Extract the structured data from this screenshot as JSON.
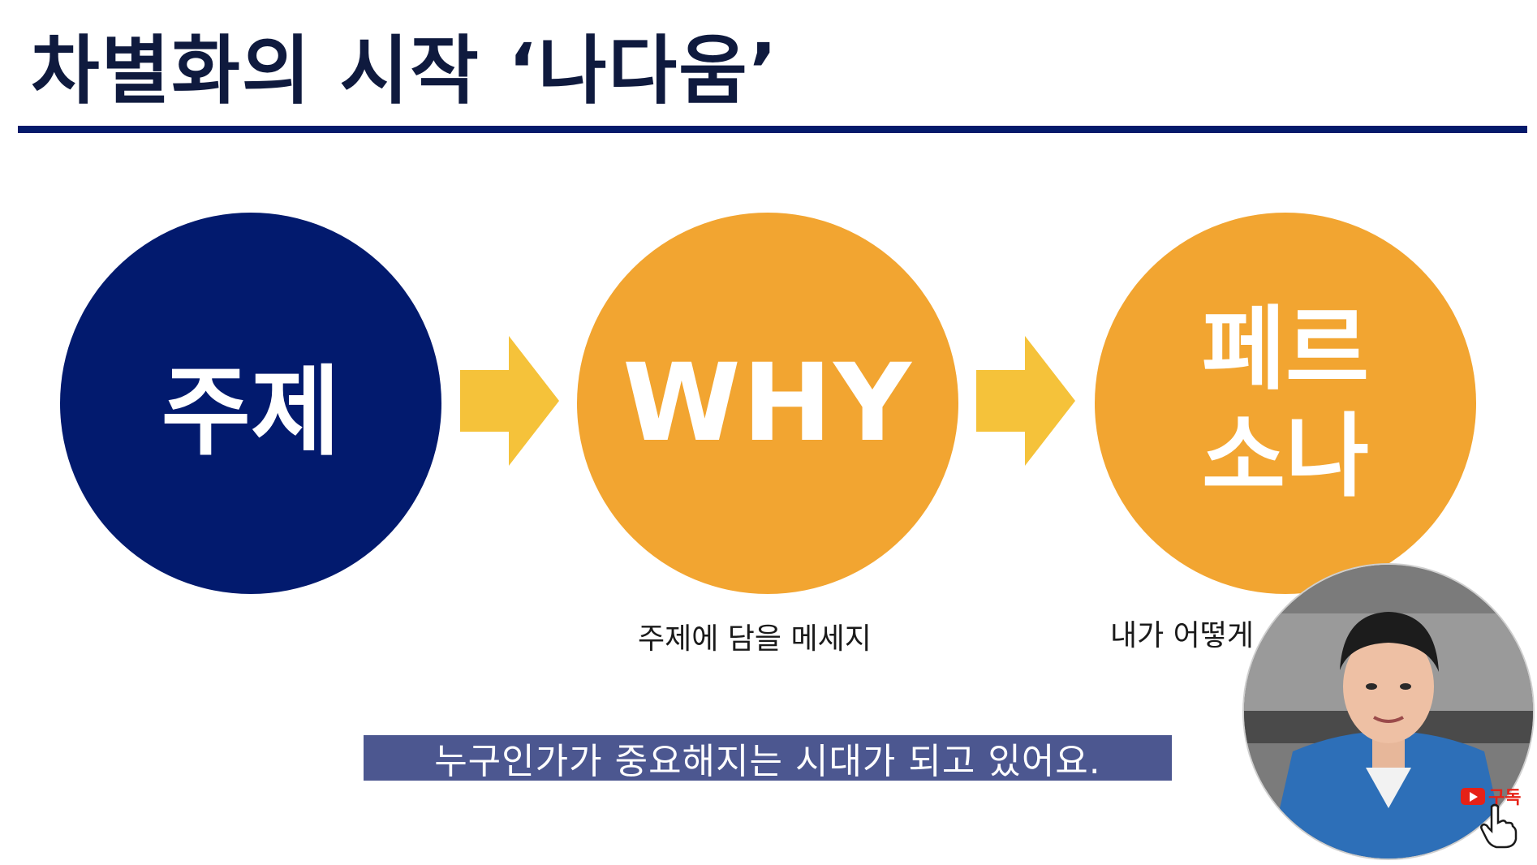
{
  "slide": {
    "title": "차별화의 시작 ‘나다움’"
  },
  "flow": {
    "steps": [
      {
        "label": "주제",
        "color": "#021a6e"
      },
      {
        "label": "WHY",
        "color": "#f2a531",
        "caption": "주제에 담을 메세지"
      },
      {
        "label_lines": [
          "페르",
          "소나"
        ],
        "color": "#f2a531",
        "caption": "내가 어떻게"
      }
    ],
    "arrow_color": "#f5c23a"
  },
  "subtitle": {
    "text": "누구인가가 중요해지는 시대가 되고 있어요."
  },
  "presenter": {
    "subscribe_label": "구독",
    "icon": "youtube-icon"
  }
}
